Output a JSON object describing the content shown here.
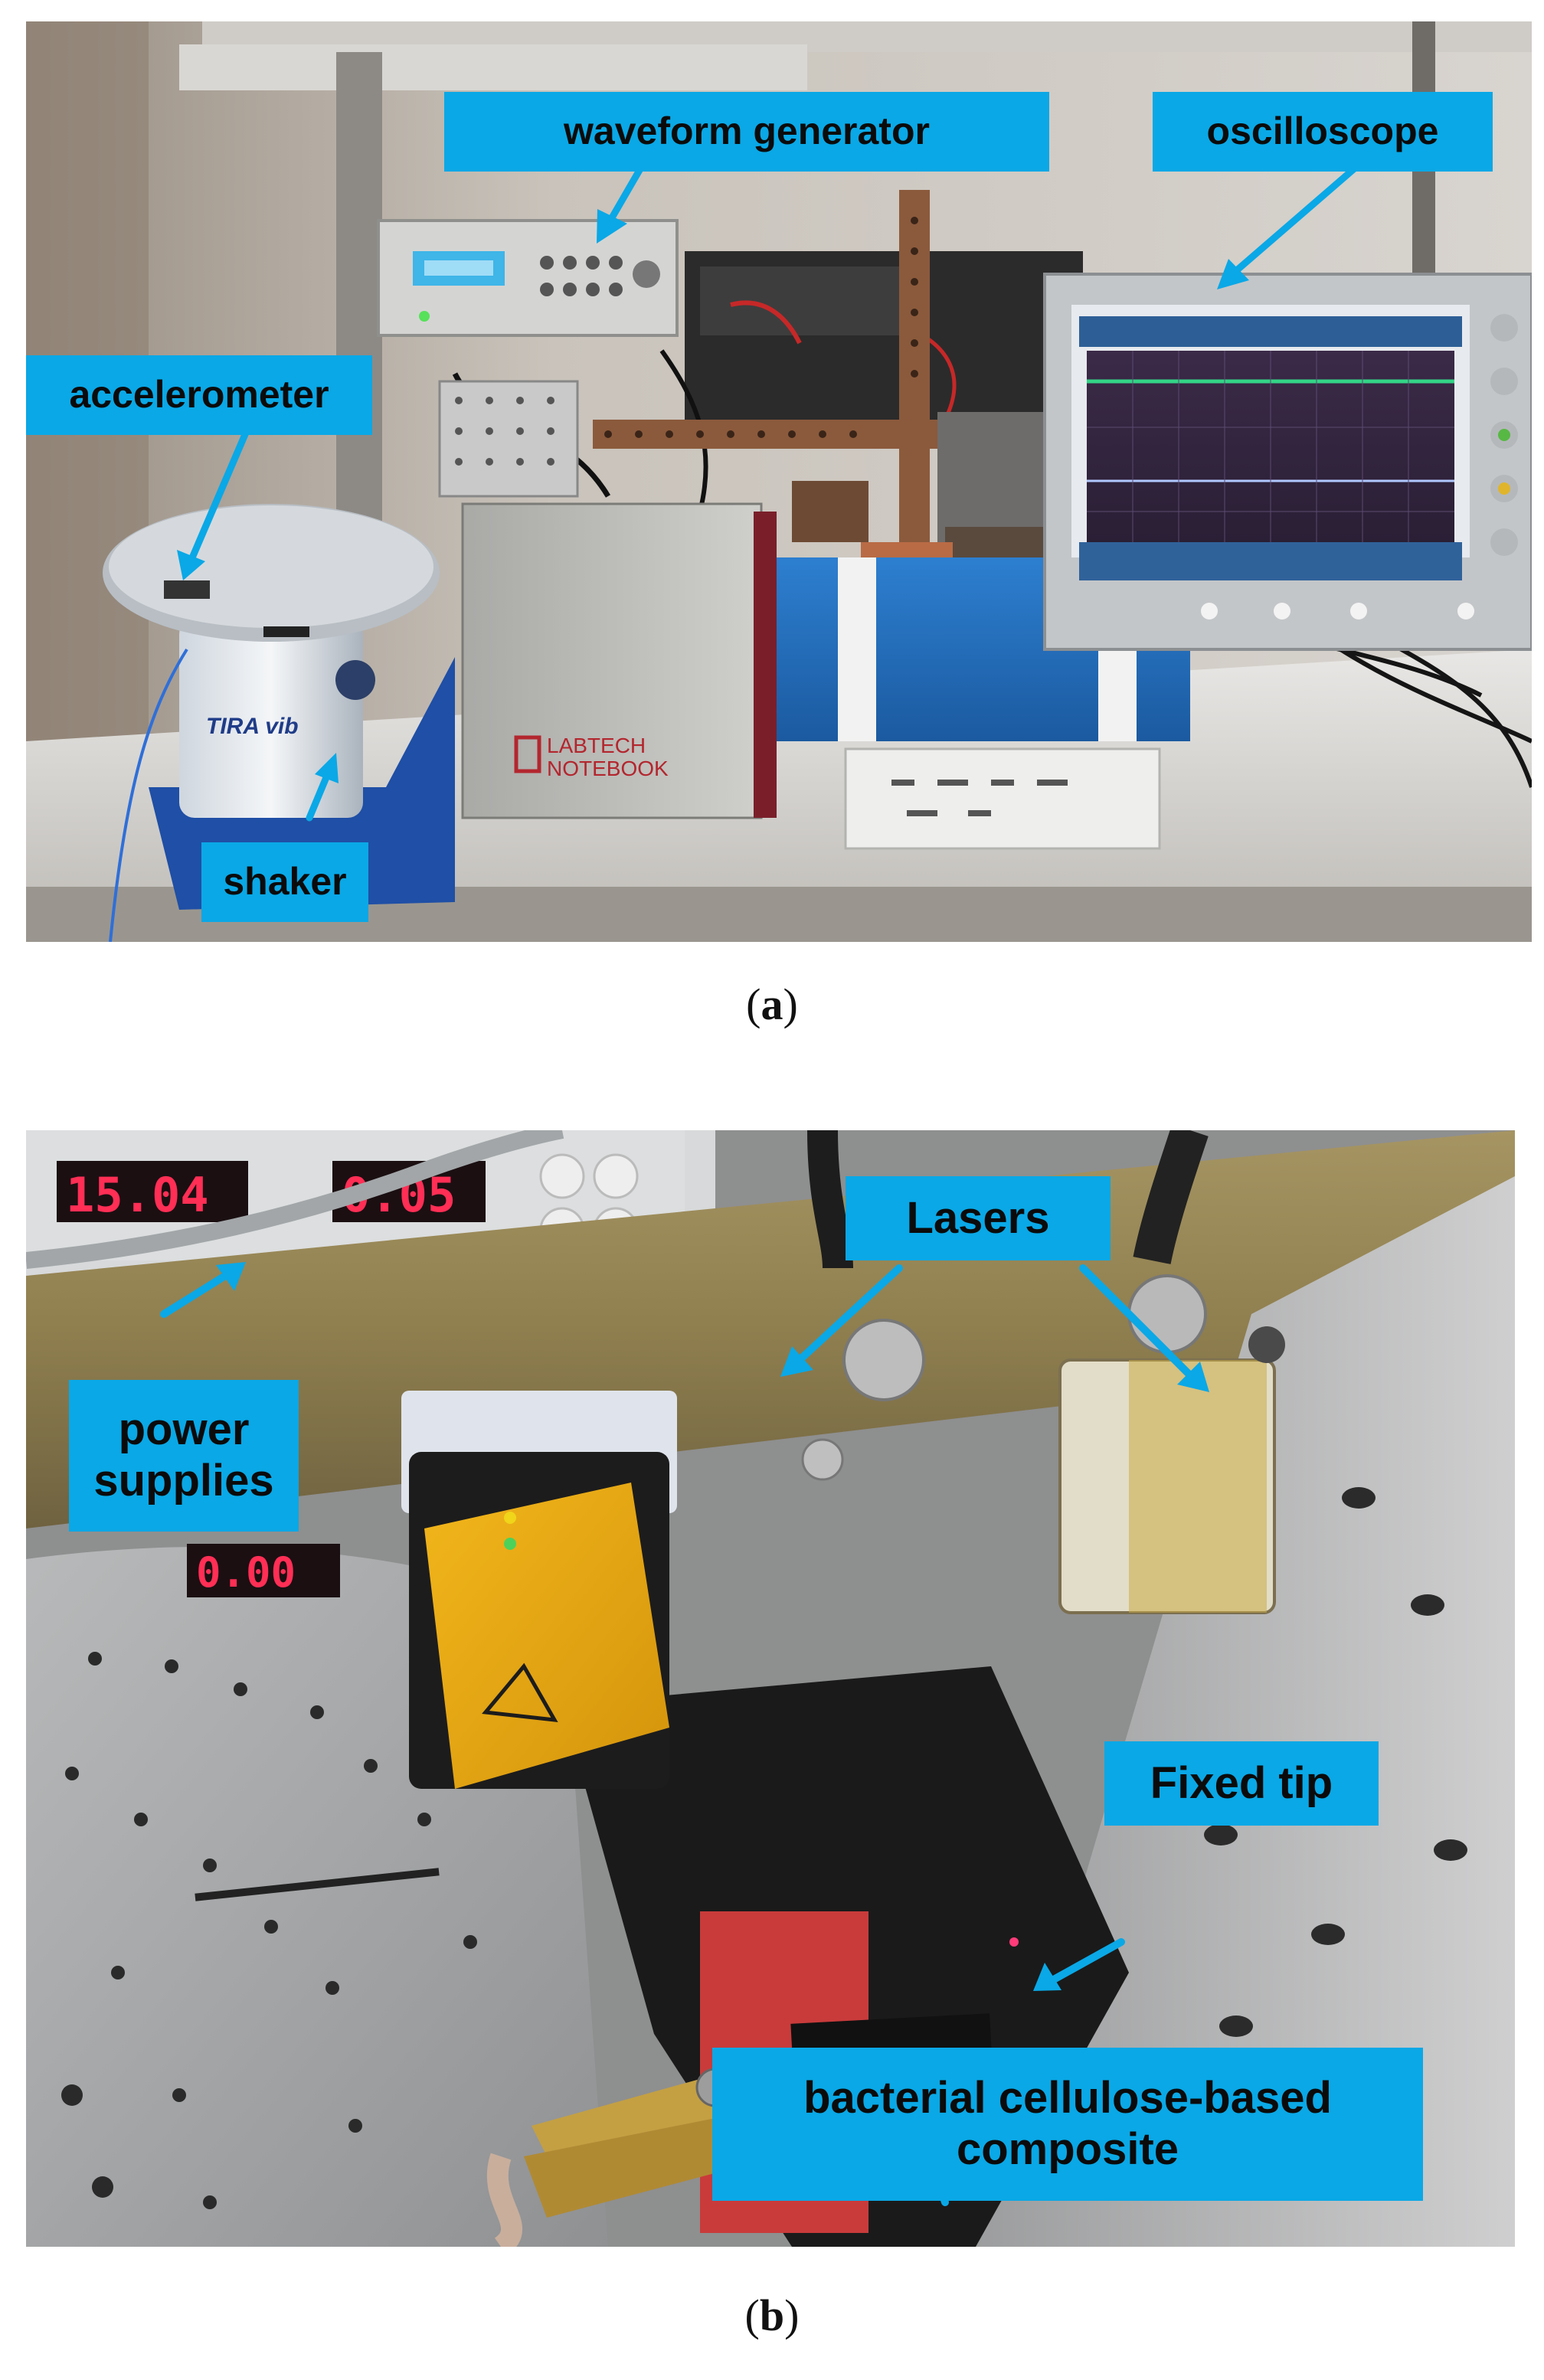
{
  "panel_a": {
    "caption_letter": "a",
    "labels": {
      "waveform_generator": "waveform generator",
      "oscilloscope": "oscilloscope",
      "accelerometer": "accelerometer",
      "shaker": "shaker"
    },
    "equipment_text": {
      "shaker_brand": "TIRA vib",
      "logger_line1": "LABTECH",
      "logger_line2": "NOTEBOOK"
    }
  },
  "panel_b": {
    "caption_letter": "b",
    "labels": {
      "lasers": "Lasers",
      "power_supplies_line1": "power",
      "power_supplies_line2": "supplies",
      "fixed_tip": "Fixed tip",
      "composite_line1": "bacterial cellulose-based",
      "composite_line2": "composite"
    },
    "display_readouts": {
      "voltage": "15.04",
      "current": "0.05",
      "lower": "0.00"
    }
  },
  "colors": {
    "label_background": "#0aa8e6",
    "arrow": "#0aa8e6",
    "led_digits": "#ff2e55"
  }
}
